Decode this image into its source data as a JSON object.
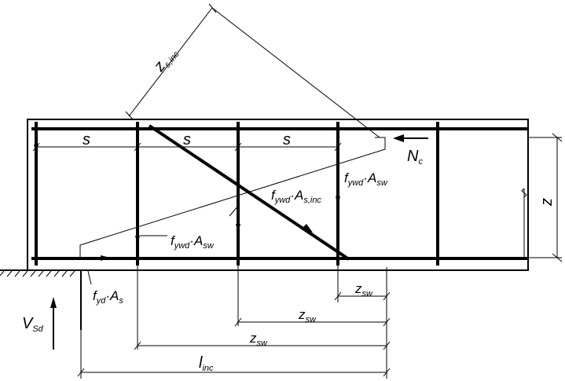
{
  "labels": {
    "z_s_inc": {
      "main": "z",
      "sub": "s,inc"
    },
    "N_c": {
      "main": "N",
      "sub": "c"
    },
    "s1": "s",
    "s2": "s",
    "s3": "s",
    "f_ywd_Asw_top": {
      "f": "f",
      "f_sub": "ywd",
      "dot": "·",
      "a": "A",
      "a_sub": "sw"
    },
    "f_ywd_As_inc": {
      "f": "f",
      "f_sub": "ywd",
      "dot": "·",
      "a": "A",
      "a_sub": "s,inc"
    },
    "f_ywd_Asw_bot": {
      "f": "f",
      "f_sub": "ywd",
      "dot": "·",
      "a": "A",
      "a_sub": "sw"
    },
    "f_yd_As": {
      "f": "f",
      "f_sub": "yd",
      "dot": "·",
      "a": "A",
      "a_sub": "s"
    },
    "z": "z",
    "z_sw_1": {
      "main": "z",
      "sub": "sw"
    },
    "z_sw_2": {
      "main": "z",
      "sub": "sw"
    },
    "z_sw_3": {
      "main": "z",
      "sub": "sw"
    },
    "V_Sd": {
      "main": "V",
      "sub": "Sd"
    },
    "l_inc": {
      "main": "l",
      "sub": "inc"
    }
  }
}
